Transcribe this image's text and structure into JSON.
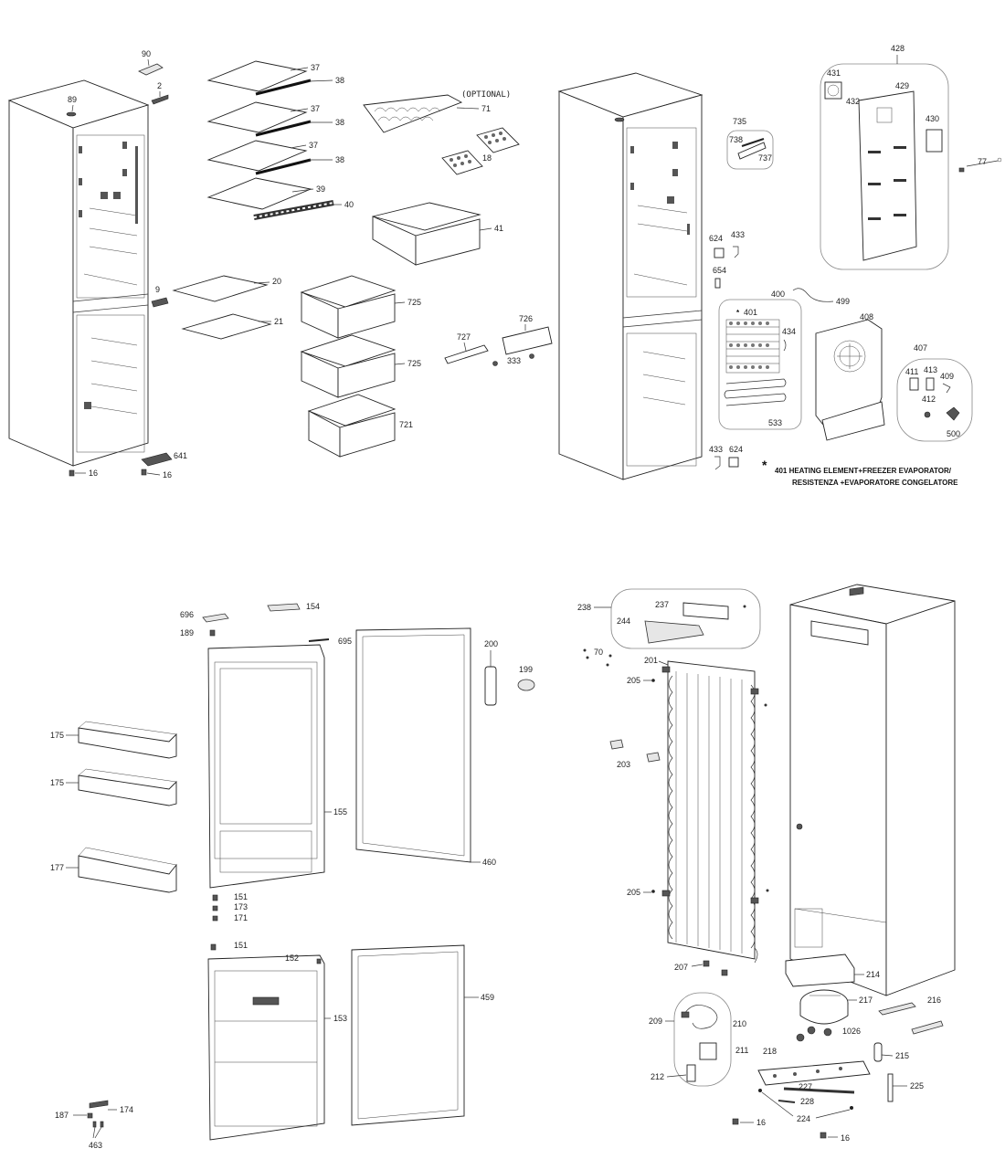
{
  "labels": {
    "optional": "(OPTIONAL)",
    "star": "*",
    "note_line1": "401 HEATING ELEMENT+FREEZER EVAPORATOR/",
    "note_line2": "RESISTENZA +EVAPORATORE CONGELATORE",
    "p90": "90",
    "p2": "2",
    "p89": "89",
    "p37a": "37",
    "p38a": "38",
    "p37b": "37",
    "p38b": "38",
    "p37c": "37",
    "p38c": "38",
    "p39": "39",
    "p40": "40",
    "p71": "71",
    "p18": "18",
    "p41": "41",
    "p9": "9",
    "p20": "20",
    "p21": "21",
    "p725a": "725",
    "p725b": "725",
    "p721": "721",
    "p727": "727",
    "p726": "726",
    "p333": "333",
    "p641": "641",
    "p16a": "16",
    "p16b": "16",
    "p735": "735",
    "p738": "738",
    "p737": "737",
    "p624a": "624",
    "p433a": "433",
    "p654": "654",
    "p400": "400",
    "p401": "401",
    "p434": "434",
    "p499": "499",
    "p408": "408",
    "p533": "533",
    "p407": "407",
    "p411": "411",
    "p413": "413",
    "p409": "409",
    "p412": "412",
    "p500": "500",
    "p433b": "433",
    "p624b": "624",
    "p428": "428",
    "p431": "431",
    "p429": "429",
    "p432": "432",
    "p430": "430",
    "p77": "77",
    "p696": "696",
    "p154": "154",
    "p189": "189",
    "p695": "695",
    "p200": "200",
    "p199": "199",
    "p175a": "175",
    "p175b": "175",
    "p177": "177",
    "p155": "155",
    "p460": "460",
    "p151a": "151",
    "p173": "173",
    "p171": "171",
    "p151b": "151",
    "p152": "152",
    "p153": "153",
    "p459": "459",
    "p174": "174",
    "p187": "187",
    "p463": "463",
    "p238": "238",
    "p237": "237",
    "p244": "244",
    "p70": "70",
    "p201": "201",
    "p205a": "205",
    "p203": "203",
    "p205b": "205",
    "p207": "207",
    "p214": "214",
    "p217": "217",
    "p216": "216",
    "p1026": "1026",
    "p209": "209",
    "p210": "210",
    "p211": "211",
    "p215": "215",
    "p218": "218",
    "p212": "212",
    "p227": "227",
    "p225": "225",
    "p228": "228",
    "p224": "224",
    "p16c": "16",
    "p16d": "16"
  }
}
